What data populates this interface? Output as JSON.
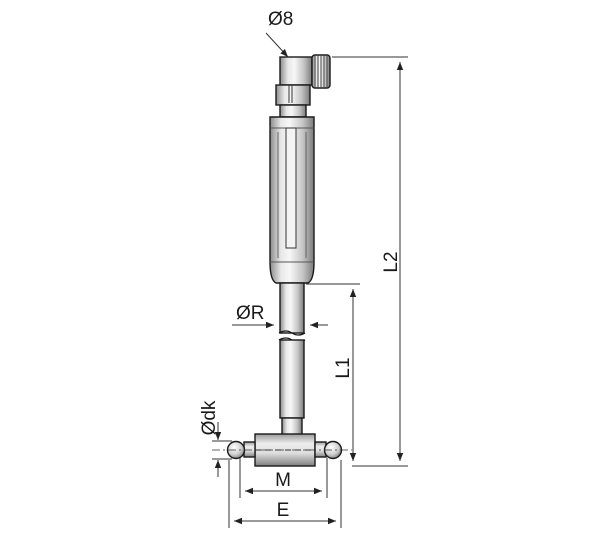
{
  "labels": {
    "diameter_8": "Ø8",
    "diameter_r": "ØR",
    "diameter_dk": "Ødk",
    "length_l1": "L1",
    "length_l2": "L2",
    "width_m": "M",
    "width_e": "E"
  },
  "colors": {
    "line": "#1a1a1a",
    "body_light": "#f2f2f2",
    "body_mid": "#c8c8c8",
    "body_dark": "#8a8a8a",
    "background": "#ffffff"
  }
}
